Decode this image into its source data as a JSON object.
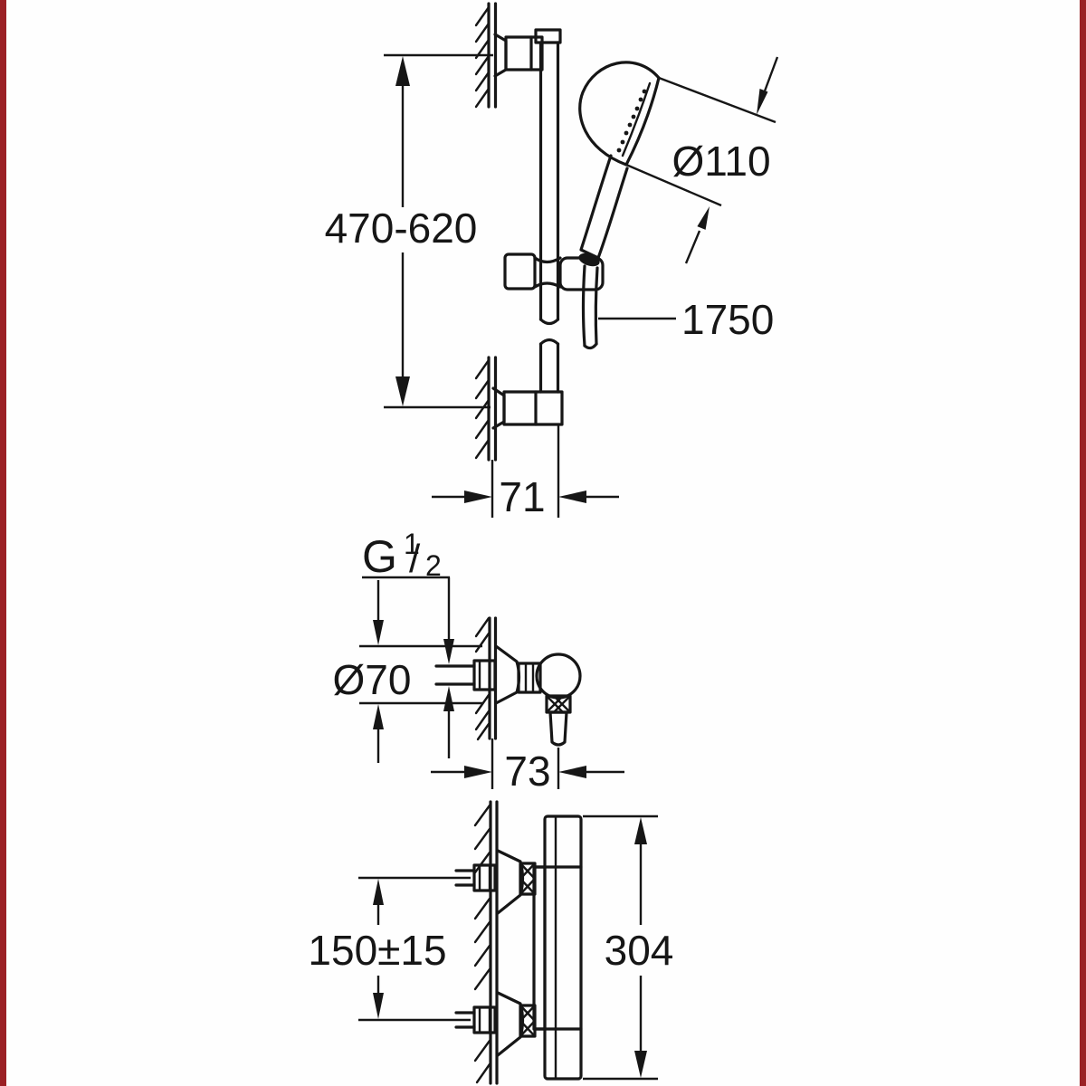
{
  "colors": {
    "edge_bar": "#9b2125",
    "line": "#161616",
    "background": "#fefefe"
  },
  "drawing": {
    "top_view": {
      "rail_height": "470-620",
      "head_diameter": "Ø110",
      "hose_length": "1750",
      "rail_wall_offset": "71"
    },
    "valve_view": {
      "thread_letter": "G",
      "thread_numerator": "1",
      "thread_slash": "/",
      "thread_denominator": "2",
      "escutcheon_diameter": "Ø70",
      "outlet_wall_offset": "73"
    },
    "mixer_view": {
      "inlet_spacing": "150±15",
      "body_height": "304"
    }
  }
}
